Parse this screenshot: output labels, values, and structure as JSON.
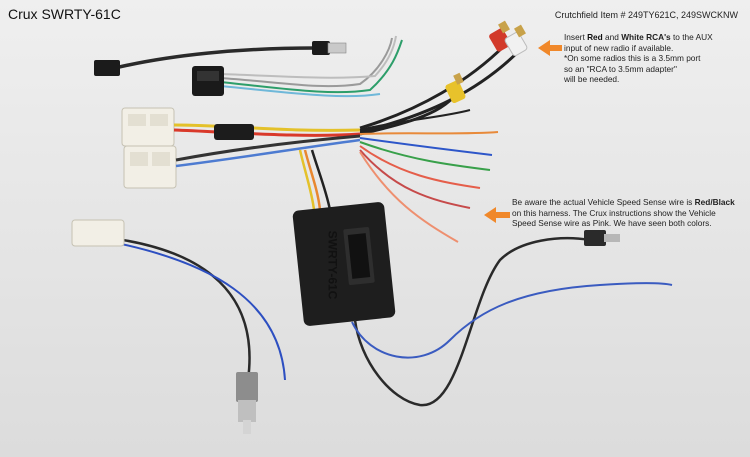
{
  "header": {
    "title": "Crux SWRTY-61C",
    "item_number": "Crutchfield Item # 249TY621C, 249SWCKNW"
  },
  "notes": {
    "rca": {
      "line1_pre": "Insert ",
      "line1_red": "Red",
      "line1_mid": " and ",
      "line1_white": "White RCA's",
      "line1_post": " to the AUX",
      "line2": "input of new radio if available.",
      "line3": "*On some radios this is a 3.5mm port",
      "line4": "so an \"RCA to 3.5mm adapter\"",
      "line5": "will be needed."
    },
    "vss": {
      "line1_pre": "Be aware the actual Vehicle Speed Sense wire is ",
      "line1_bold": "Red/Black",
      "line2": "on this harness. The Crux instructions show the Vehicle",
      "line3": "Speed Sense wire as Pink. We have seen both colors."
    }
  },
  "module": {
    "label": "SWRTY-61C"
  },
  "colors": {
    "background": "#e9e9e9",
    "arrow": "#f0882a",
    "module": "#1e1e1e",
    "connector_white": "#f2efe6"
  }
}
